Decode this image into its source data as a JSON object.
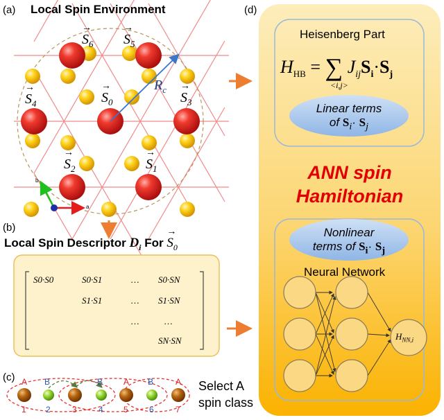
{
  "panels": {
    "a": {
      "label": "(a)",
      "title": "Local Spin Environment",
      "rc": "R",
      "rc_sub": "c",
      "spins": [
        "S6",
        "S5",
        "S4",
        "S0",
        "S3",
        "S2",
        "S1"
      ],
      "axis_a": "a",
      "axis_b": "b"
    },
    "b": {
      "label": "(b)",
      "title_prefix": "Local Spin Descriptor",
      "title_var": "D",
      "title_var_sub": "i",
      "title_for": "For",
      "title_vec": "S",
      "title_vec_sub": "0",
      "matrix": {
        "r1": [
          "S0·S0",
          "S0·S1",
          "…",
          "S0·SN"
        ],
        "r2": [
          "S1·S1",
          "…",
          "S1·SN"
        ],
        "r3": [
          "…",
          "…"
        ],
        "r4": [
          "SN·SN"
        ]
      }
    },
    "c": {
      "label": "(c)",
      "atoms": [
        "1",
        "2",
        "3",
        "4",
        "5",
        "6",
        "7"
      ],
      "classes": [
        "A",
        "B",
        "B",
        "A",
        "B",
        "A"
      ],
      "select_text": "Select A spin class"
    },
    "d": {
      "label": "(d)",
      "heisenberg_title": "Heisenberg Part",
      "hb_formula": {
        "H": "H",
        "H_sub": "HB",
        "sum_sub": "<i,j>",
        "J": "J",
        "J_sub": "ij",
        "S1": "S",
        "S1_sub": "i",
        "S2": "S",
        "S2_sub": "j"
      },
      "linear_1": "Linear terms",
      "linear_2_prefix": "of",
      "linear_2_var": "S",
      "linear_2_sub_i": "i",
      "linear_2_sub_j": "j",
      "ann_line1": "ANN spin",
      "ann_line2": "Hamiltonian",
      "nonlinear_1": "Nonlinear",
      "nonlinear_2_prefix": "terms of",
      "nonlinear_2_var": "S",
      "nn_title": "Neural Network",
      "output_label": "H",
      "output_sub": "NN,i"
    }
  },
  "colors": {
    "red_atom": "#d92020",
    "yellow_atom": "#f5c400",
    "lattice_line": "#f08a8a",
    "orange_arrow": "#ed7d31",
    "panel_d_top": "#fdebb0",
    "panel_d_bottom": "#fbb200",
    "ellipse_blue": "#b6d0ef",
    "rc_arrow": "#3a76c9",
    "nn_node": "#fbd884"
  }
}
